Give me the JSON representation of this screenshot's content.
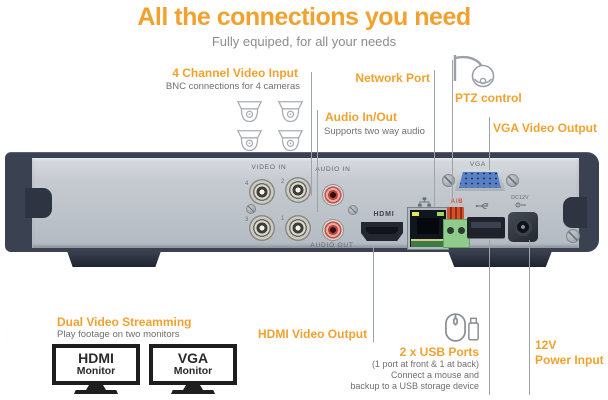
{
  "header": {
    "title": "All the connections you need",
    "subtitle": "Fully equiped, for all your needs"
  },
  "callouts": {
    "video_input": {
      "label": "4 Channel Video Input",
      "desc": "BNC connections for 4 cameras"
    },
    "audio": {
      "label": "Audio In/Out",
      "desc": "Supports two way audio"
    },
    "network": {
      "label": "Network Port"
    },
    "ptz": {
      "label": "PTZ control"
    },
    "vga": {
      "label": "VGA Video Output"
    },
    "hdmi": {
      "label": "HDMI Video Output"
    },
    "dual_stream": {
      "label": "Dual Video Streamming",
      "desc": "Play footage on two monitors"
    },
    "usb": {
      "label": "2 x USB Ports",
      "desc_lines": [
        "(1 port at front & 1 at back)",
        "Connect a mouse and",
        "backup to a USB storage device"
      ]
    },
    "power": {
      "label": "12V\nPower Input"
    }
  },
  "device": {
    "video_in_label": "VIDEO IN",
    "bnc_numbers": [
      "4",
      "2",
      "3",
      "1"
    ],
    "audio_in_label": "AUDIO IN",
    "audio_out_label": "AUDIO OUT",
    "hdmi_label": "HDMI",
    "ab_label": "A/B",
    "vga_label": "VGA",
    "dc_label": "DC12V"
  },
  "monitors": [
    {
      "line1": "HDMI",
      "line2": "Monitor"
    },
    {
      "line1": "VGA",
      "line2": "Monitor"
    }
  ],
  "colors": {
    "accent": "#F2A12F",
    "subtitle_gray": "#8C8C8C",
    "desc_gray": "#6F6F6F",
    "leader_line": "#9EA3A8",
    "device_dark": "#3A4151",
    "port_label": "#5E6570",
    "terminal_green": "#8FCC8C",
    "terminal_orange": "#D94E2B",
    "vga_blue": "#5880C2",
    "monitor_dark": "#1E1E1E"
  }
}
